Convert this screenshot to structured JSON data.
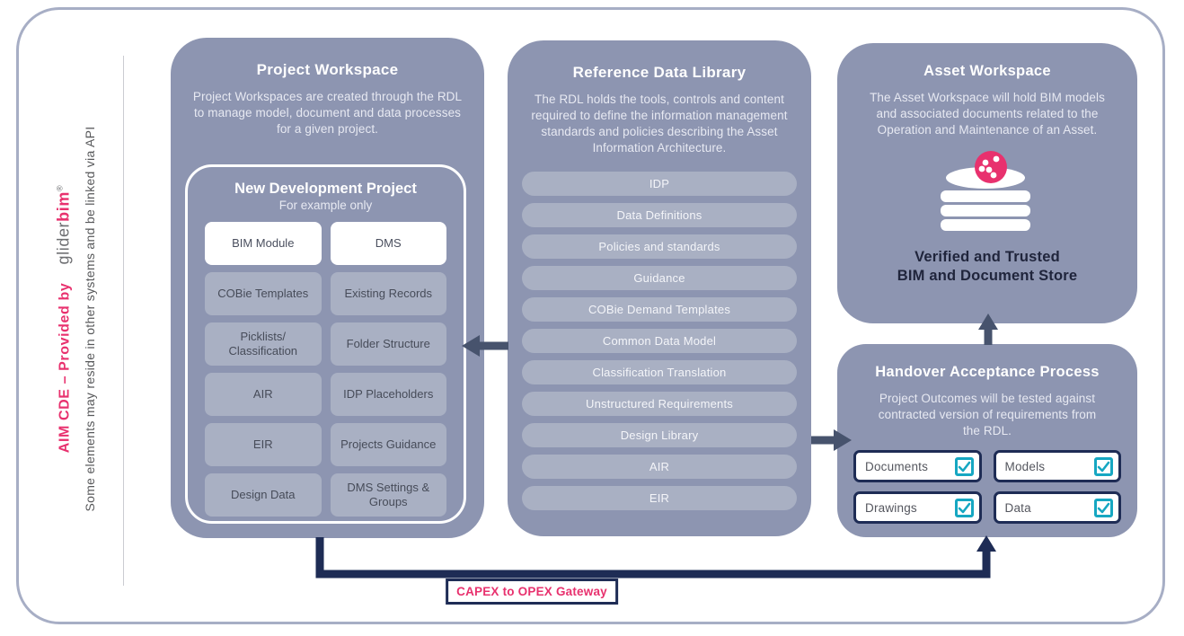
{
  "sidebar": {
    "title_prefix": "AIM CDE – Provided by",
    "logo_glider": "glider",
    "logo_bim": "bim",
    "logo_reg": "®",
    "note": "Some elements may reside in other systems and be linked via API"
  },
  "project_workspace": {
    "title": "Project Workspace",
    "description": "Project Workspaces are created through the RDL to manage model, document and data processes for a given project.",
    "inner_box": {
      "title": "New Development Project",
      "subtitle": "For example only",
      "items": [
        {
          "label": "BIM Module",
          "highlighted": true
        },
        {
          "label": "DMS",
          "highlighted": true
        },
        {
          "label": "COBie Templates",
          "highlighted": false
        },
        {
          "label": "Existing Records",
          "highlighted": false
        },
        {
          "label": "Picklists/ Classification",
          "highlighted": false
        },
        {
          "label": "Folder Structure",
          "highlighted": false
        },
        {
          "label": "AIR",
          "highlighted": false
        },
        {
          "label": "IDP Placeholders",
          "highlighted": false
        },
        {
          "label": "EIR",
          "highlighted": false
        },
        {
          "label": "Projects Guidance",
          "highlighted": false
        },
        {
          "label": "Design Data",
          "highlighted": false
        },
        {
          "label": "DMS Settings & Groups",
          "highlighted": false
        }
      ]
    }
  },
  "reference_data_library": {
    "title": "Reference Data Library",
    "description": "The RDL holds the tools, controls and content required to define the information management standards and policies describing the Asset Information Architecture.",
    "items": [
      "IDP",
      "Data Definitions",
      "Policies and standards",
      "Guidance",
      "COBie Demand Templates",
      "Common Data Model",
      "Classification Translation",
      "Unstructured Requirements",
      "Design Library",
      "AIR",
      "EIR"
    ]
  },
  "asset_workspace": {
    "title": "Asset Workspace",
    "description": "The Asset Workspace will hold BIM models and associated documents related to the Operation and Maintenance of an Asset.",
    "store_label_line1": "Verified and Trusted",
    "store_label_line2": "BIM and Document Store"
  },
  "handover": {
    "title": "Handover Acceptance Process",
    "description": "Project Outcomes will be tested against contracted version of requirements from the RDL.",
    "items": [
      {
        "label": "Documents",
        "checked": true
      },
      {
        "label": "Models",
        "checked": true
      },
      {
        "label": "Drawings",
        "checked": true
      },
      {
        "label": "Data",
        "checked": true
      }
    ]
  },
  "gateway": {
    "label": "CAPEX to OPEX Gateway"
  },
  "colors": {
    "panel": "#8d95b1",
    "item_box": "#a9b0c3",
    "navy": "#1e2c55",
    "arrow_slate": "#47536d",
    "accent_pink": "#e8316e",
    "check_teal": "#16a7c2",
    "frame_border": "#a7aec5"
  }
}
